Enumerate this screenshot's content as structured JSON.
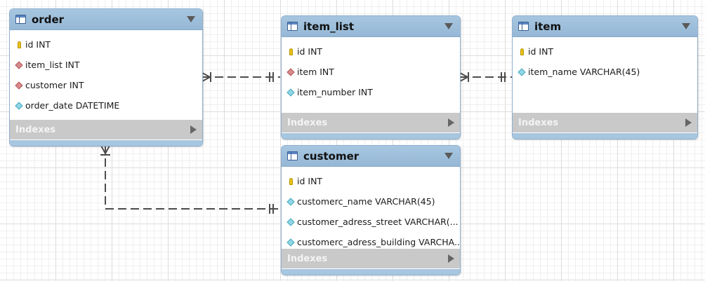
{
  "tables": [
    {
      "name": "order",
      "columns": [
        {
          "text": "id INT",
          "icon": "key-icon"
        },
        {
          "text": "item_list INT",
          "icon": "foreign-key-diamond-icon"
        },
        {
          "text": "customer INT",
          "icon": "foreign-key-diamond-icon"
        },
        {
          "text": "order_date DATETIME",
          "icon": "column-diamond-icon"
        }
      ],
      "indexes_label": "Indexes"
    },
    {
      "name": "item_list",
      "columns": [
        {
          "text": "id INT",
          "icon": "key-icon"
        },
        {
          "text": "item INT",
          "icon": "foreign-key-diamond-icon"
        },
        {
          "text": "item_number INT",
          "icon": "column-diamond-icon"
        }
      ],
      "indexes_label": "Indexes"
    },
    {
      "name": "item",
      "columns": [
        {
          "text": "id INT",
          "icon": "key-icon"
        },
        {
          "text": "item_name VARCHAR(45)",
          "icon": "column-diamond-icon"
        }
      ],
      "indexes_label": "Indexes"
    },
    {
      "name": "customer",
      "columns": [
        {
          "text": "id INT",
          "icon": "key-icon"
        },
        {
          "text": "customerc_name VARCHAR(45)",
          "icon": "column-diamond-icon"
        },
        {
          "text": "customer_adress_street VARCHAR(...",
          "icon": "column-diamond-icon"
        },
        {
          "text": "customerc_adress_building VARCHA...",
          "icon": "column-diamond-icon"
        }
      ],
      "indexes_label": "Indexes"
    }
  ],
  "relationships": [
    {
      "from": "order",
      "to": "item_list",
      "from_end": "many",
      "to_end": "one"
    },
    {
      "from": "item_list",
      "to": "item",
      "from_end": "many",
      "to_end": "one"
    },
    {
      "from": "order",
      "to": "customer",
      "from_end": "many",
      "to_end": "one"
    }
  ],
  "colors": {
    "header": "#95b8d6",
    "indexes_bar": "#c9c9c9",
    "key": "#e8c21a",
    "fk_diamond": "#d98a8a",
    "col_diamond": "#8fd7e6",
    "connector": "#555555"
  }
}
